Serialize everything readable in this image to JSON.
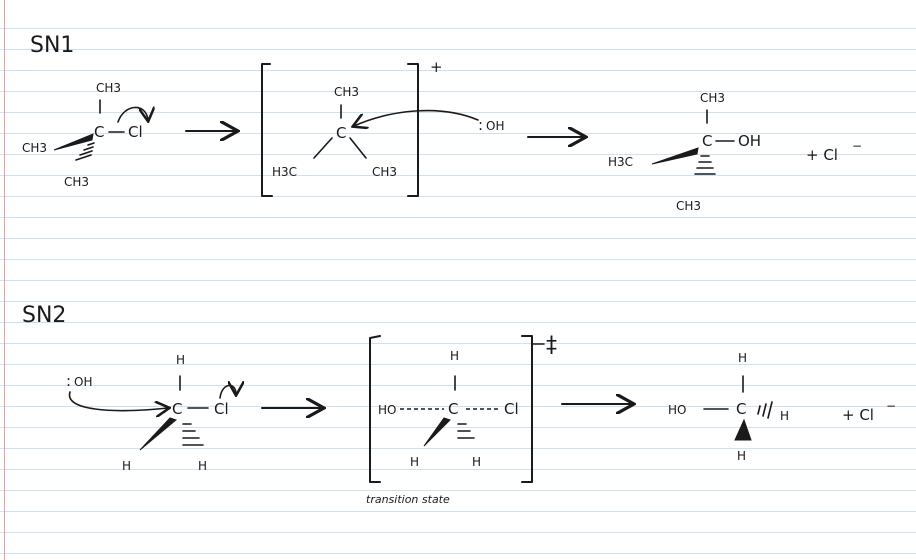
{
  "colors": {
    "ink": "#1a1a1a",
    "rule": "#cfe0ef",
    "margin": "#e6a0a0",
    "paper": "#ffffff"
  },
  "sn1": {
    "heading": "SN1",
    "reactant": {
      "top": "CH3",
      "center": "C",
      "leaving": "Cl",
      "wedge": "CH3",
      "dash": "CH3"
    },
    "intermediate": {
      "top": "CH3",
      "center": "C",
      "left": "H3C",
      "right": "CH3",
      "charge": "+"
    },
    "nucleophile": "OH",
    "product": {
      "top": "CH3",
      "center": "C",
      "right": "OH",
      "wedge": "H3C",
      "dash": "CH3"
    },
    "byproduct": "+ Cl"
  },
  "sn2": {
    "heading": "SN2",
    "nucleophile": "OH",
    "reactant": {
      "top": "H",
      "center": "C",
      "leaving": "Cl",
      "wedge": "H",
      "dash": "H"
    },
    "ts": {
      "top": "H",
      "left": "HO",
      "center": "C",
      "right": "Cl",
      "wedge": "H",
      "dash": "H",
      "charge": "‡",
      "label": "transition state"
    },
    "product": {
      "top": "H",
      "left": "HO",
      "center": "C",
      "right": "H",
      "bottom": "H"
    },
    "byproduct": "+ Cl"
  }
}
